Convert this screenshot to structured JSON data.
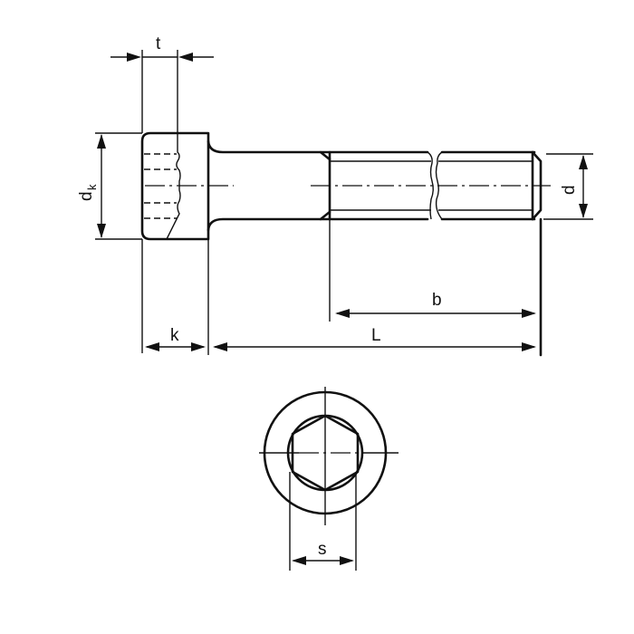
{
  "drawing": {
    "title": "Socket head cap screw (hexagon socket) technical drawing",
    "line_color": "#111111",
    "background": "#ffffff"
  },
  "dimensions": {
    "t": "t",
    "dk_main": "d",
    "dk_sub": "k",
    "d": "d",
    "b": "b",
    "k": "k",
    "L": "L",
    "s": "s"
  },
  "views": [
    {
      "name": "side-view",
      "description": "Screw side elevation with head, shank and threaded part"
    },
    {
      "name": "end-view",
      "description": "Head top view showing hexagon socket"
    }
  ]
}
